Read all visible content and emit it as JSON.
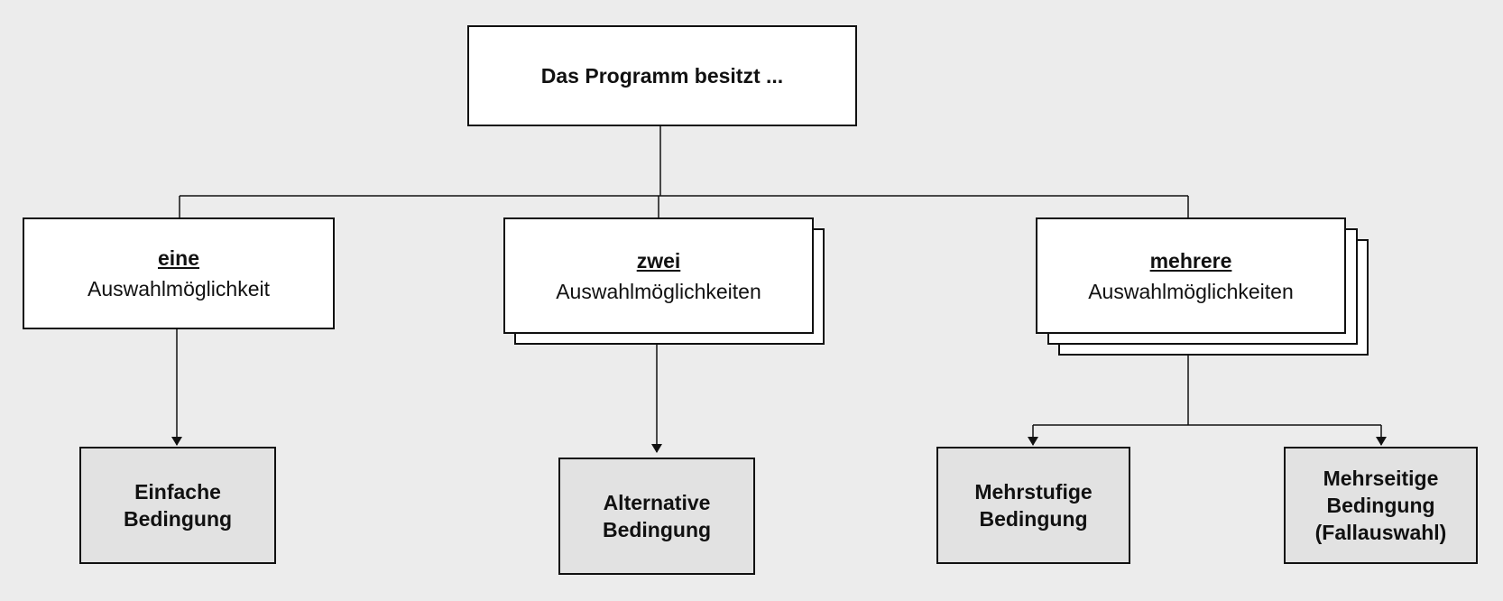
{
  "root": {
    "label": "Das Programm besitzt ..."
  },
  "options": [
    {
      "quantity": "eine",
      "description": "Auswahlmöglichkeit"
    },
    {
      "quantity": "zwei",
      "description": "Auswahlmöglichkeiten"
    },
    {
      "quantity": "mehrere",
      "description": "Auswahlmöglichkeiten"
    }
  ],
  "results": [
    {
      "line1": "Einfache",
      "line2": "Bedingung",
      "line3": ""
    },
    {
      "line1": "Alternative",
      "line2": "Bedingung",
      "line3": ""
    },
    {
      "line1": "Mehrstufige",
      "line2": "Bedingung",
      "line3": ""
    },
    {
      "line1": "Mehrseitige",
      "line2": "Bedingung",
      "line3": "(Fallauswahl)"
    }
  ]
}
